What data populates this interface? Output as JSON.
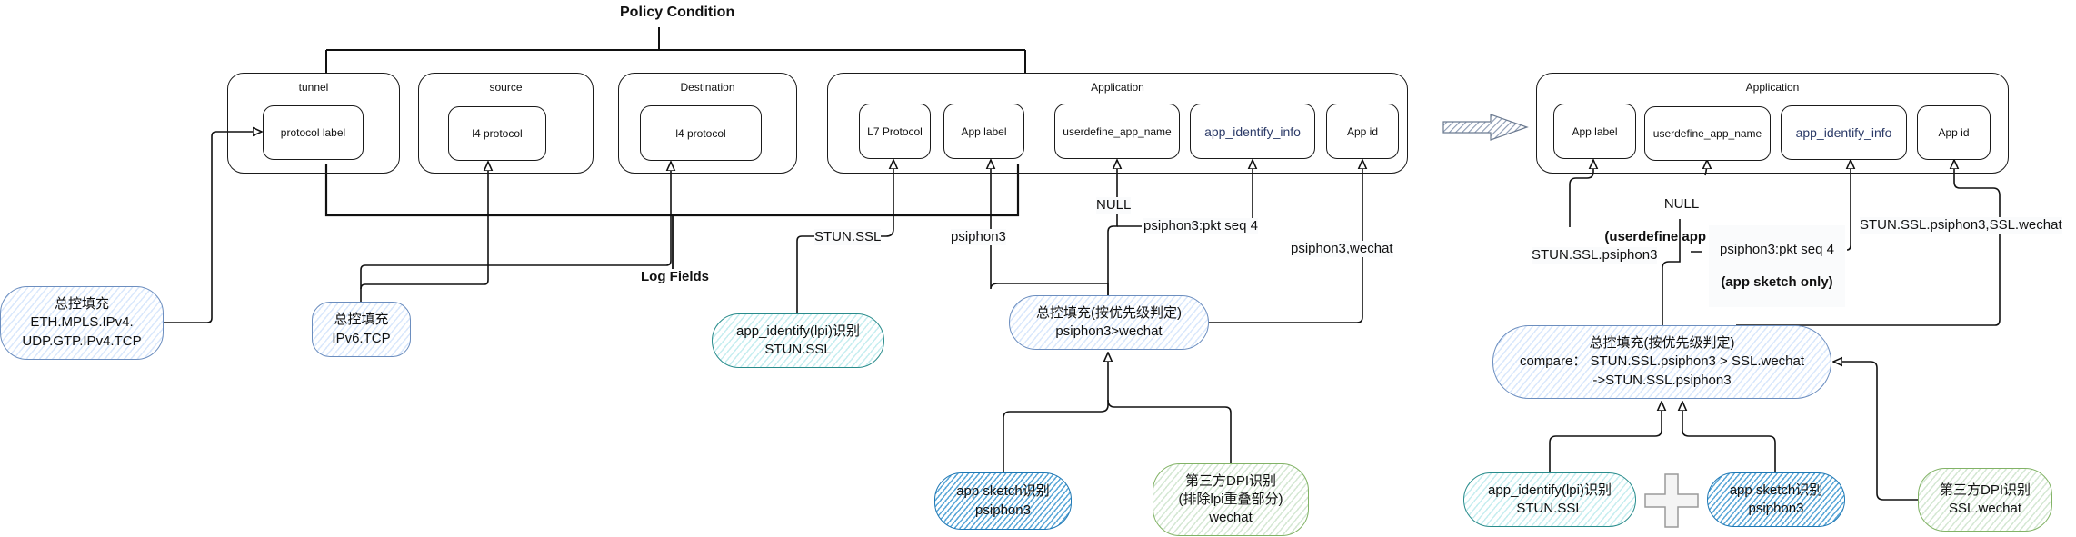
{
  "left_diagram": {
    "title": "Policy Condition",
    "log_fields_label": "Log Fields",
    "groups": {
      "tunnel": {
        "title": "tunnel",
        "fields": [
          "protocol label"
        ]
      },
      "source": {
        "title": "source",
        "fields": [
          "l4 protocol"
        ]
      },
      "destination": {
        "title": "Destination",
        "fields": [
          "l4 protocol"
        ]
      },
      "application": {
        "title": "Application",
        "fields": [
          "L7 Protocol",
          "App label",
          "userdefine_app_name",
          "app_identify_info",
          "App id"
        ]
      }
    },
    "sources": {
      "tunnel_fill": "总控填充\nETH.MPLS.IPv4.\nUDP.GTP.IPv4.TCP",
      "ipv6_fill": "总控填充\nIPv6.TCP",
      "lpi": "app_identify(lpi)识别\nSTUN.SSL",
      "priority_fill": "总控填充(按优先级判定)\npsiphon3>wechat",
      "app_sketch": "app sketch识别\npsiphon3",
      "third_party_dpi": "第三方DPI识别\n(排除lpi重叠部分)\nwechat"
    },
    "edge_labels": {
      "l7": "STUN.SSL",
      "app_label": "psiphon3",
      "userdefine": "NULL",
      "identify_info": "psiphon3:pkt seq 4",
      "app_id": "psiphon3,wechat"
    }
  },
  "transition_arrow": "arrow-right",
  "right_diagram": {
    "group": {
      "title": "Application",
      "fields": [
        "App label",
        "userdefine_app_name",
        "app_identify_info",
        "App id"
      ]
    },
    "sources": {
      "priority_fill": "总控填充(按优先级判定)\ncompare：  STUN.SSL.psiphon3 > SSL.wechat\n->STUN.SSL.psiphon3",
      "lpi": "app_identify(lpi)识别\nSTUN.SSL",
      "app_sketch": "app sketch识别\npsiphon3",
      "third_party_dpi": "第三方DPI识别\nSSL.wechat",
      "combine_symbol": "plus"
    },
    "edge_labels": {
      "app_label": "STUN.SSL.psiphon3",
      "userdefine_line1": "NULL",
      "userdefine_line2": "(userdefine app id only)",
      "identify_info_line1": "psiphon3:pkt seq 4",
      "identify_info_line2": "(app sketch only)",
      "app_id": "STUN.SSL.psiphon3,SSL.wechat"
    }
  }
}
